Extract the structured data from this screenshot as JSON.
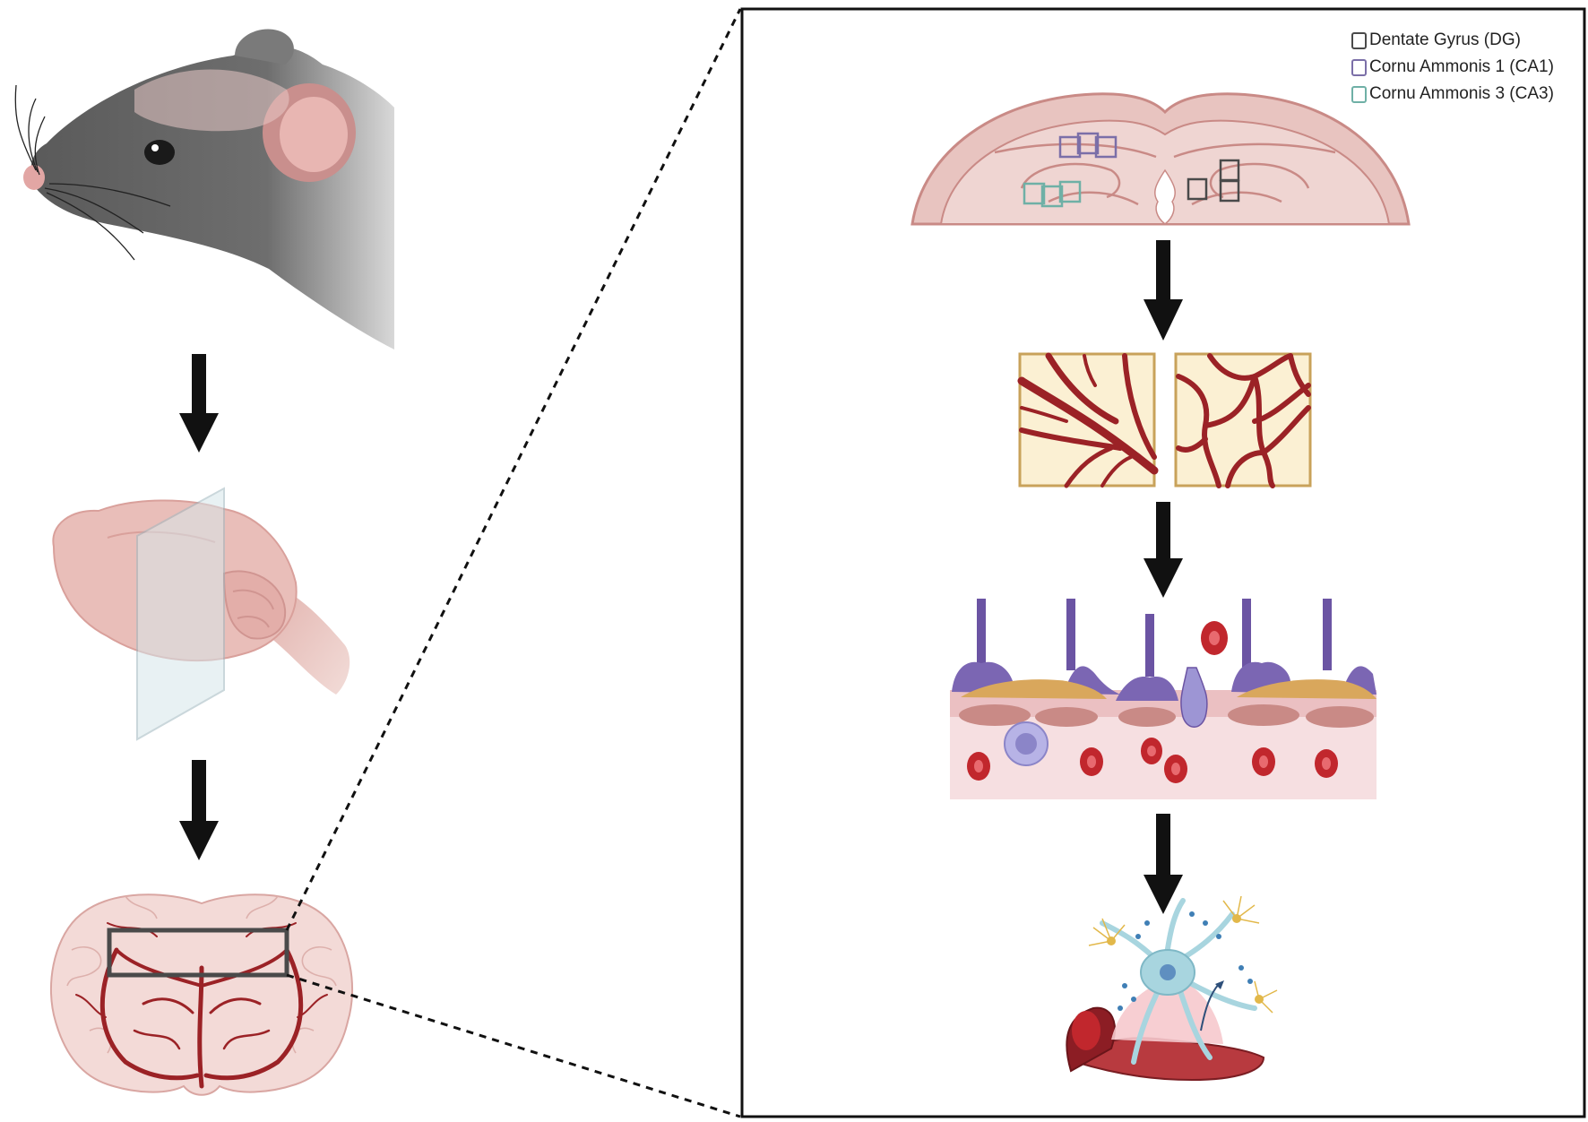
{
  "legend": {
    "items": [
      {
        "label": "Dentate Gyrus (DG)",
        "color": "#4a4a4a"
      },
      {
        "label": "Cornu Ammonis 1 (CA1)",
        "color": "#7b6fa8"
      },
      {
        "label": "Cornu Ammonis 3 (CA3)",
        "color": "#6fb0a6"
      }
    ]
  },
  "colors": {
    "arrow": "#111111",
    "frame": "#111111",
    "brain_tissue": "#e6b8b4",
    "brain_outline": "#c98a86",
    "vessel": "#9b2226",
    "vessel_panel_bg": "#fbf0d3",
    "vessel_panel_border": "#c8a25a",
    "astrocyte_endfoot": "#6b54a3",
    "pericyte": "#d9a75c",
    "red_blood_cell": "#c1272d",
    "neuron": "#a8d5df"
  },
  "icons": [
    "mouse-head-icon",
    "extracted-brain-icon",
    "slicing-plane-icon",
    "coronal-section-icon",
    "hippocampus-section-icon",
    "vessel-network-icon",
    "blood-brain-barrier-icon",
    "neurovascular-unit-icon"
  ]
}
